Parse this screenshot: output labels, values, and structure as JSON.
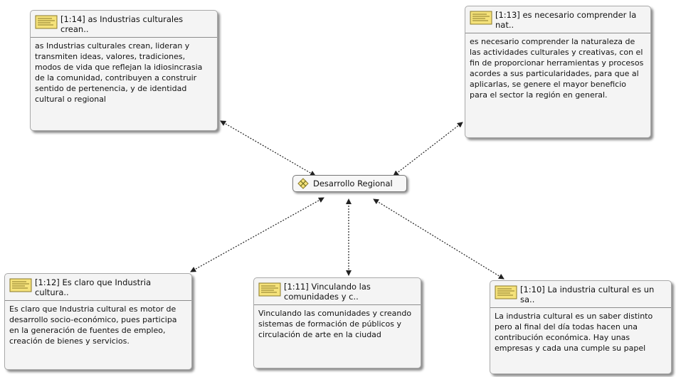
{
  "code": {
    "label": "Desarrollo Regional",
    "icon": "code-diamond-icon"
  },
  "quotations": [
    {
      "id": "q114",
      "title": "[1:14] as Industrias culturales crean..",
      "text": "as Industrias culturales crean, lideran y transmiten ideas, valores, tradiciones, modos de vida que reflejan la idiosincrasia de la comunidad, contribuyen a construir sentido de pertenencia, y de identidad cultural o regional"
    },
    {
      "id": "q113",
      "title": "[1:13] es necesario comprender la nat..",
      "text": "es necesario comprender la naturaleza de las actividades culturales y creativas, con el fin de proporcionar herramientas y procesos acordes a sus particularidades, para que al aplicarlas, se genere el mayor beneficio para el sector la región en general."
    },
    {
      "id": "q112",
      "title": "[1:12] Es claro que Industria cultura..",
      "text": "Es claro que Industria cultural es motor de desarrollo socio-económico, pues participa en la generación de fuentes de empleo, creación de bienes y servicios."
    },
    {
      "id": "q111",
      "title": "[1:11] Vinculando las comunidades y c..",
      "text": "Vinculando las comunidades y creando sistemas de formación de públicos y circulación de arte en la ciudad"
    },
    {
      "id": "q110",
      "title": "[1:10] La industria cultural es un sa..",
      "text": "La industria cultural es un saber distinto pero al final del día todas hacen una contribución económica. Hay unas empresas y cada una cumple su papel"
    }
  ],
  "colors": {
    "icon_yellow": "#f5e27a",
    "icon_outline": "#8a7a2a",
    "line": "#222222"
  }
}
